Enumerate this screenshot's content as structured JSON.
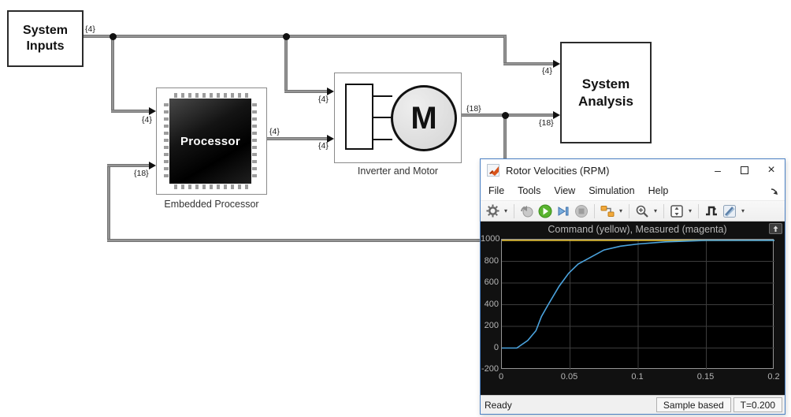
{
  "diagram": {
    "blocks": {
      "system_inputs": "System\nInputs",
      "system_analysis": "System\nAnalysis",
      "embedded_processor_caption": "Embedded Processor",
      "processor_chip_label": "Processor",
      "inverter_motor_caption": "Inverter and Motor",
      "motor_label": "M"
    },
    "wire_labels": {
      "source_out": "{4}",
      "ep_in1": "{4}",
      "ep_in2": "{18}",
      "ep_out": "{4}",
      "inv_in1": "{4}",
      "inv_in2": "{4}",
      "inv_out": "{18}",
      "sa_in1": "{4}",
      "sa_in2": "{18}"
    }
  },
  "scope": {
    "window_title": "Rotor Velocities (RPM)",
    "icons": {
      "minimize": "–",
      "close": "×",
      "caret": "▾"
    },
    "menus": [
      "File",
      "Tools",
      "View",
      "Simulation",
      "Help"
    ],
    "status": {
      "left": "Ready",
      "sample": "Sample based",
      "time": "T=0.200"
    }
  },
  "chart_data": {
    "type": "line",
    "title": "Command (yellow), Measured (magenta)",
    "xlabel": "",
    "ylabel": "",
    "xlim": [
      0,
      0.2
    ],
    "ylim": [
      -200,
      1000
    ],
    "xticks": [
      0,
      0.05,
      0.1,
      0.15,
      0.2
    ],
    "xtick_labels": [
      "0",
      "0.05",
      "0.1",
      "0.15",
      "0.2"
    ],
    "yticks": [
      -200,
      0,
      200,
      400,
      600,
      800,
      1000
    ],
    "grid": true,
    "background": "#000000",
    "legend_position": "in-title",
    "series": [
      {
        "name": "Command",
        "color": "#e8c53d",
        "x": [
          0,
          0.2
        ],
        "y": [
          1000,
          1000
        ]
      },
      {
        "name": "Measured",
        "color": "#4ba3de",
        "x": [
          0,
          0.011,
          0.019,
          0.025,
          0.029,
          0.034,
          0.042,
          0.049,
          0.056,
          0.064,
          0.075,
          0.087,
          0.1,
          0.12,
          0.15,
          0.2
        ],
        "y": [
          0,
          0,
          70,
          160,
          290,
          400,
          570,
          690,
          775,
          830,
          905,
          940,
          960,
          980,
          993,
          1000
        ]
      }
    ]
  }
}
